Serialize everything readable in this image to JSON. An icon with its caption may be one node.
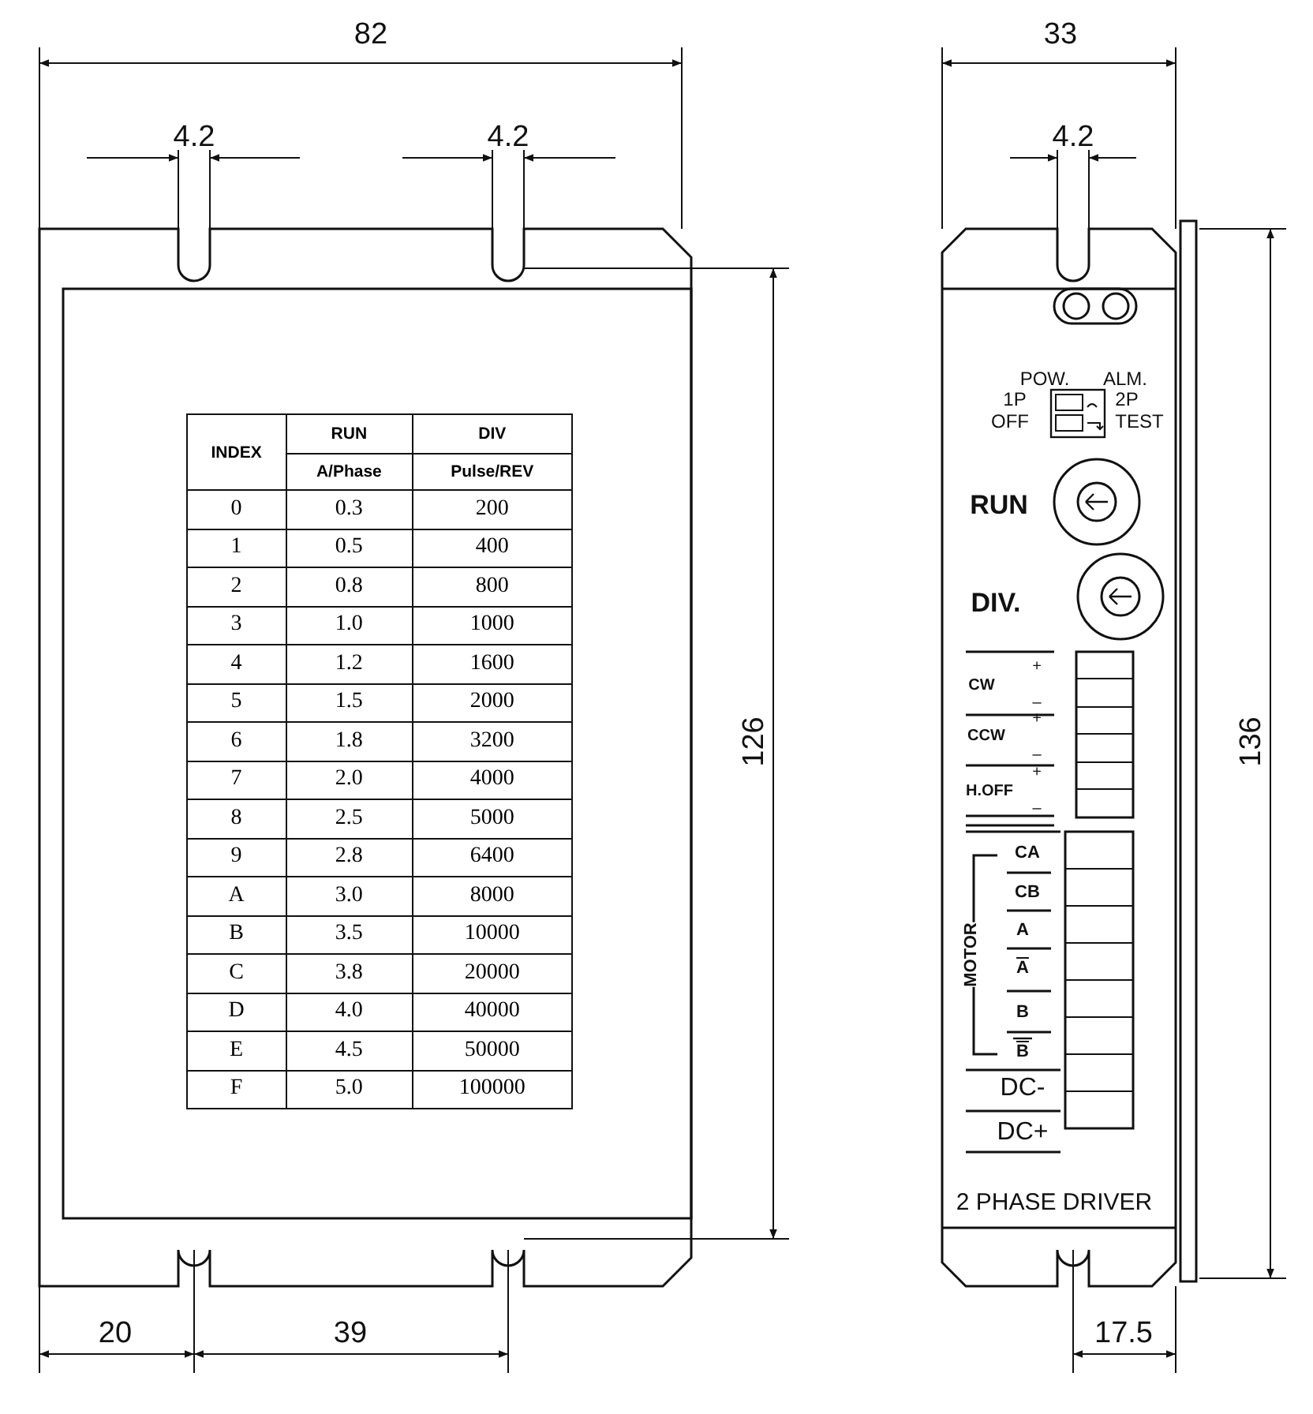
{
  "diagram": {
    "labels": [
      "82",
      "4.2",
      "4.2",
      "33",
      "4.2",
      "126",
      "136",
      "INDEX",
      "RUN",
      "DIV",
      "A/Phase",
      "Pulse/REV",
      "0",
      "0.3",
      "200",
      "1",
      "0.5",
      "400",
      "2",
      "0.8",
      "800",
      "3",
      "1.0",
      "1000",
      "4",
      "1.2",
      "1600",
      "5",
      "1.5",
      "2000",
      "6",
      "1.8",
      "3200",
      "7",
      "2.0",
      "4000",
      "8",
      "2.5",
      "5000",
      "9",
      "2.8",
      "6400",
      "A",
      "3.0",
      "8000",
      "B",
      "3.5",
      "10000",
      "C",
      "3.8",
      "20000",
      "D",
      "4.0",
      "40000",
      "E",
      "4.5",
      "50000",
      "F",
      "5.0",
      "100000",
      "POW.",
      "ALM.",
      "1P",
      "2P",
      "OFF",
      "TEST",
      "RUN",
      "DIV.",
      "CW",
      "+",
      "–",
      "CCW",
      "+",
      "–",
      "H.OFF",
      "+",
      "–",
      "MOTOR",
      "CA",
      "CB",
      "A",
      "A",
      "B",
      "B",
      "DC-",
      "DC+",
      "2 PHASE DRIVER",
      "20",
      "39",
      "17.5"
    ]
  }
}
